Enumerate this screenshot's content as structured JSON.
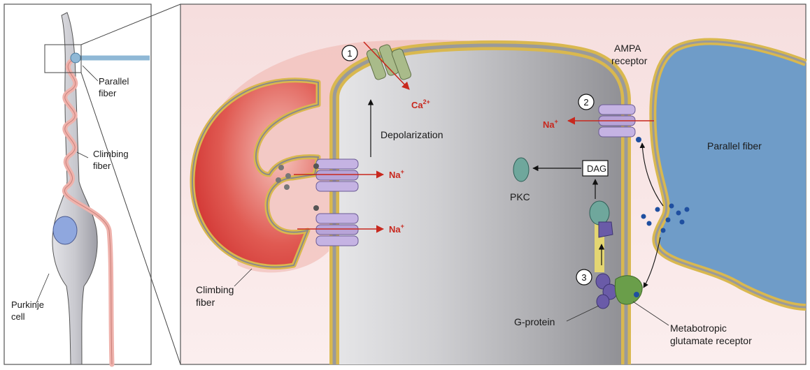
{
  "inset": {
    "labels": {
      "parallel_fiber_1": "Parallel",
      "parallel_fiber_2": "fiber",
      "climbing_fiber_1": "Climbing",
      "climbing_fiber_2": "fiber",
      "purkinje_1": "Purkinje",
      "purkinje_2": "cell"
    }
  },
  "main": {
    "steps": [
      "1",
      "2",
      "3"
    ],
    "labels": {
      "ca": "Ca",
      "ca_sup": "2+",
      "depolarization": "Depolarization",
      "na": "Na",
      "na_sup": "+",
      "ampa_1": "AMPA",
      "ampa_2": "receptor",
      "parallel_fiber": "Parallel fiber",
      "dag": "DAG",
      "pkc": "PKC",
      "climbing_fiber_1": "Climbing",
      "climbing_fiber_2": "fiber",
      "g_protein": "G-protein",
      "metabotropic_1": "Metabotropic",
      "metabotropic_2": "glutamate receptor"
    }
  },
  "colors": {
    "membrane_gold": "#d9b84f",
    "membrane_gray": "#9a9a9a",
    "climbing_red": "#d9383a",
    "parallel_blue": "#6f9cc8",
    "receptor_purple": "#b8a4d8",
    "ion_red": "#c8281e",
    "dendrite_gray": "#c8c8cc",
    "pink_fiber": "#efb2ac"
  }
}
